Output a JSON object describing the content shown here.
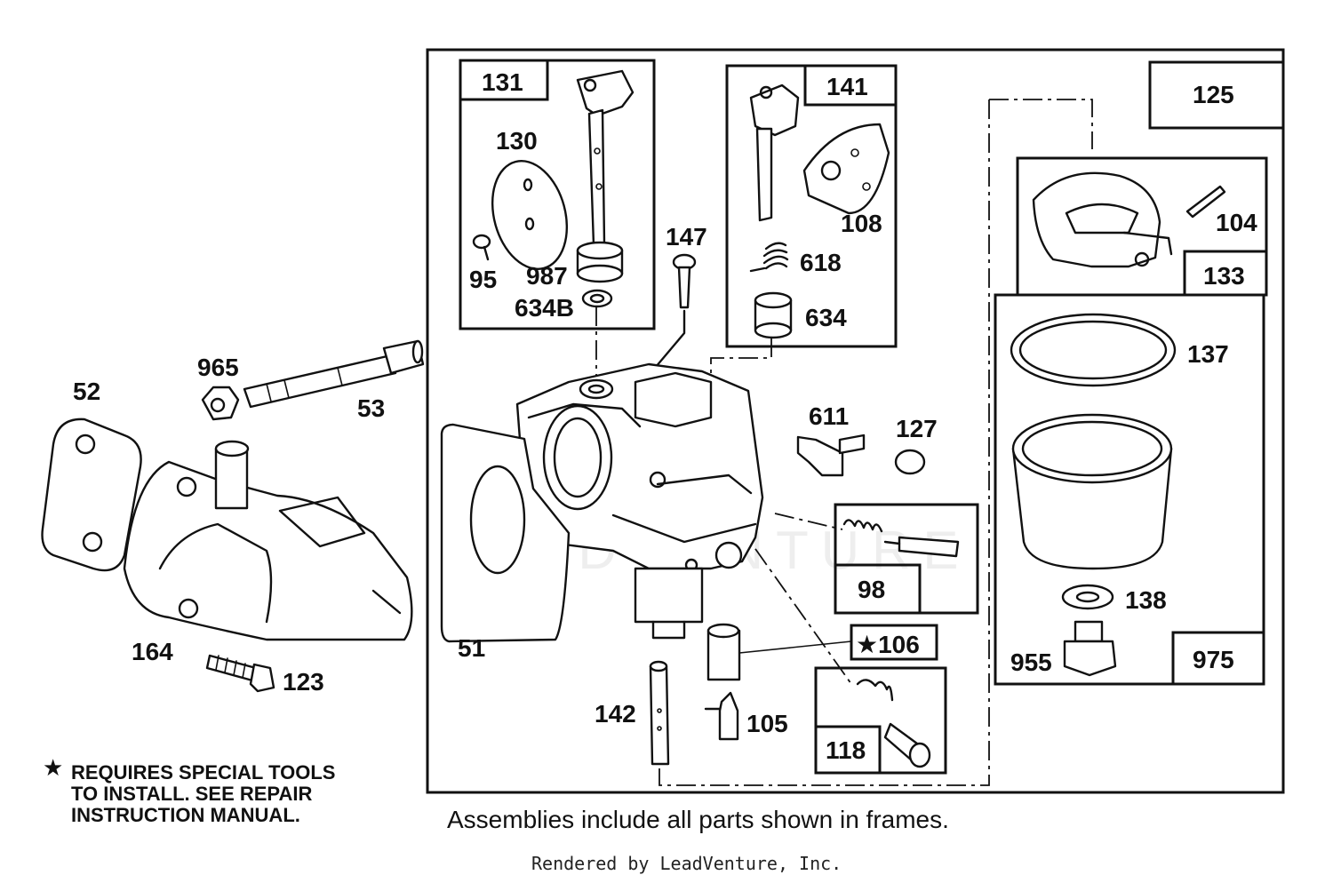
{
  "watermark": "LEADVENTURE",
  "parts": {
    "p52": "52",
    "p965": "965",
    "p53": "53",
    "p164": "164",
    "p123": "123",
    "p131": "131",
    "p130": "130",
    "p95": "95",
    "p987": "987",
    "p634b": "634B",
    "p147": "147",
    "p141": "141",
    "p108": "108",
    "p618": "618",
    "p634": "634",
    "p125": "125",
    "p104": "104",
    "p133": "133",
    "p137": "137",
    "p611": "611",
    "p127": "127",
    "p51": "51",
    "p98": "98",
    "p106": "★106",
    "p118": "118",
    "p142": "142",
    "p105": "105",
    "p138": "138",
    "p955": "955",
    "p975": "975"
  },
  "notes": {
    "special_tools": [
      "REQUIRES SPECIAL TOOLS",
      "TO INSTALL.  SEE REPAIR",
      "INSTRUCTION MANUAL."
    ],
    "star_glyph": "★"
  },
  "footer": {
    "assemblies": "Assemblies include all parts shown in frames.",
    "credit": "Rendered by LeadVenture, Inc."
  }
}
